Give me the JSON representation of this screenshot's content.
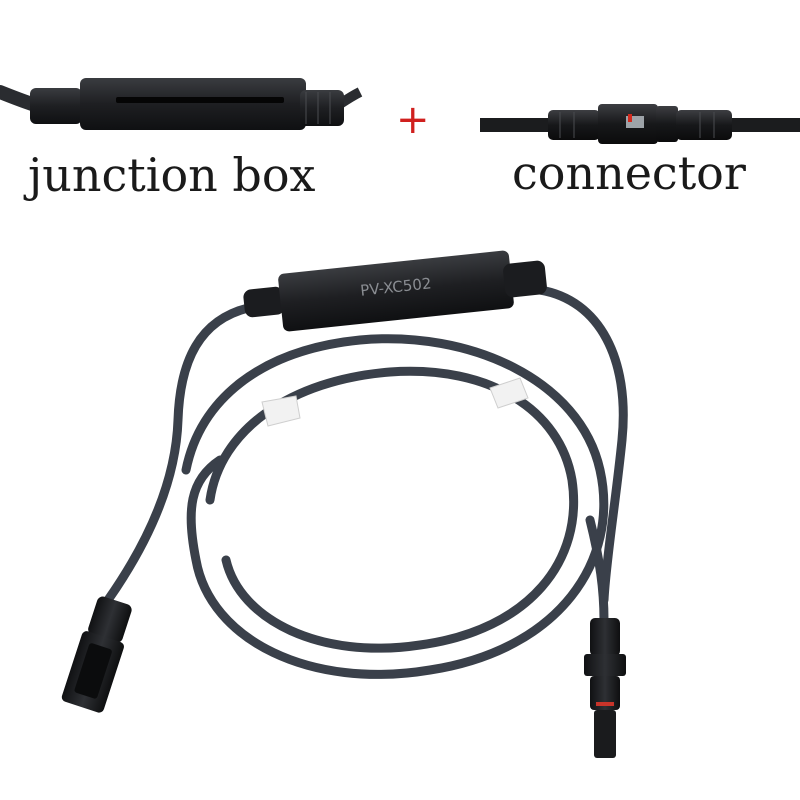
{
  "labels": {
    "junction_box": "junction box",
    "plus": "+",
    "connector": "connector",
    "product_marking": "PV-XC502"
  },
  "colors": {
    "cable": "#3a404a",
    "plastic": "#1c1d20",
    "accent_plus": "#d0201e",
    "background": "#ffffff"
  }
}
